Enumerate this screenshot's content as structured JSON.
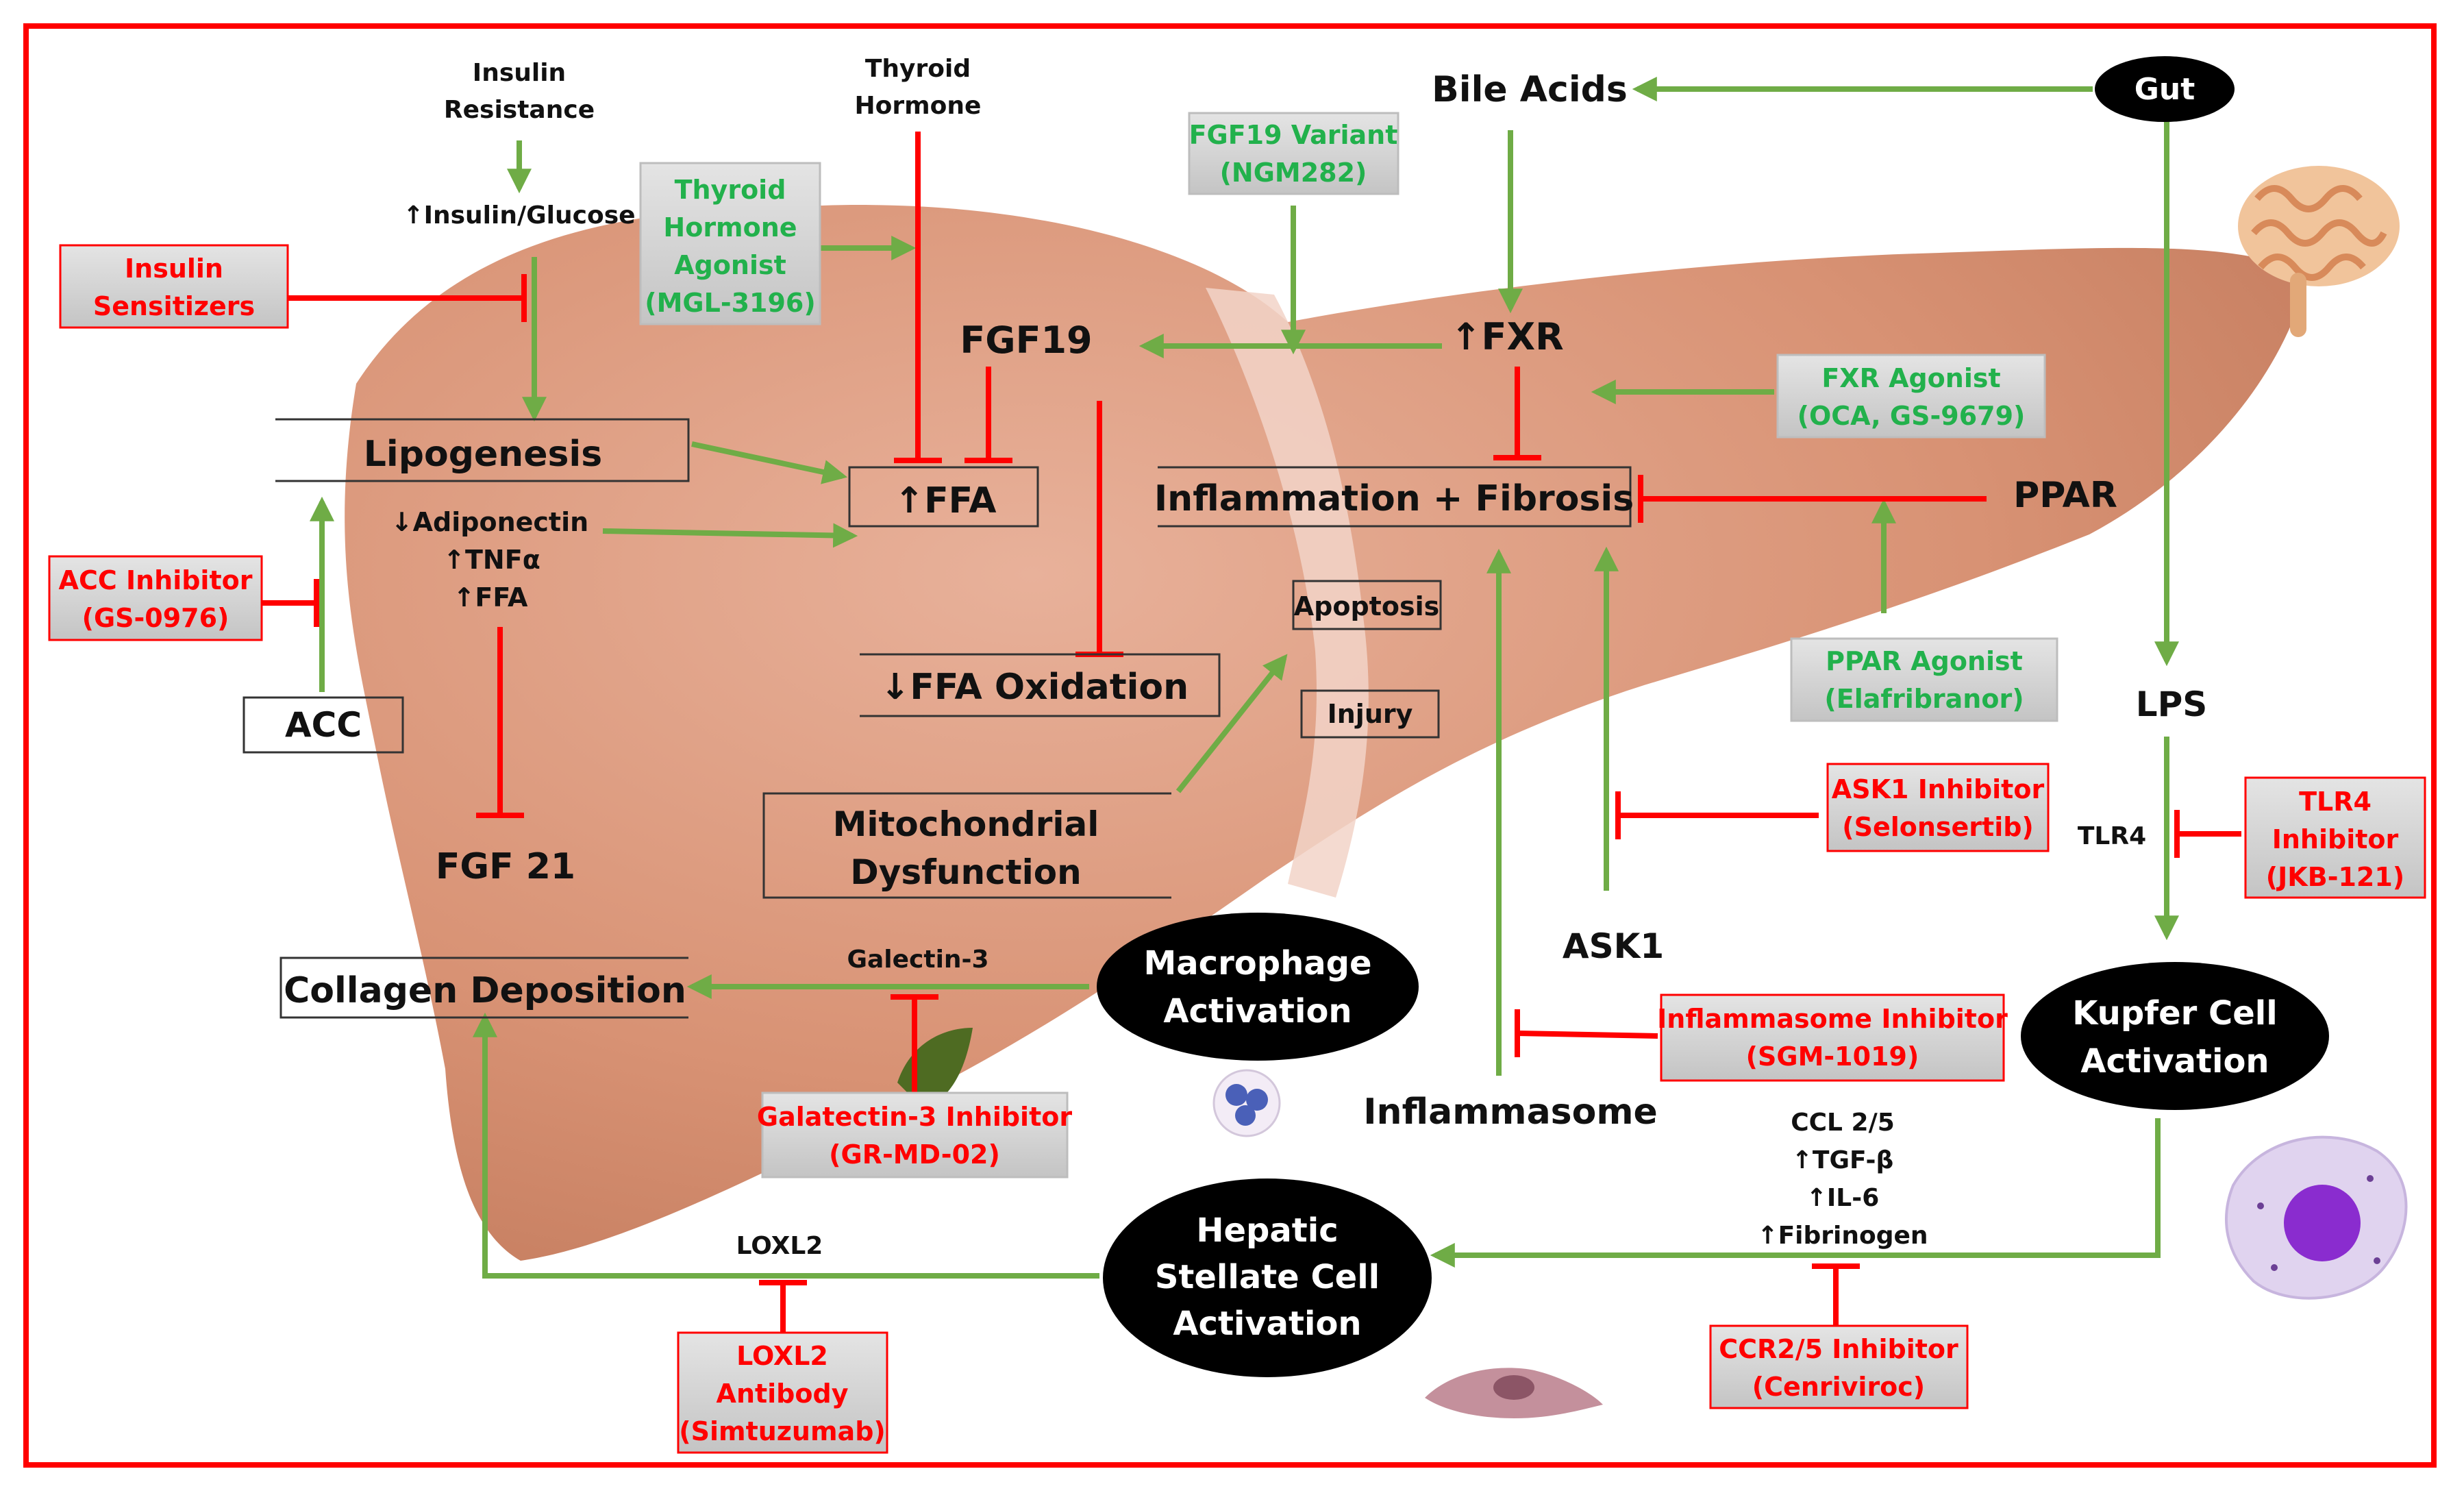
{
  "labels": {
    "insulin_resistance": [
      "Insulin",
      "Resistance"
    ],
    "insulin_glucose": "↑Insulin/Glucose",
    "thyroid_hormone": [
      "Thyroid",
      "Hormone"
    ],
    "bile_acids": "Bile Acids",
    "gut": "Gut",
    "fgf19": "FGF19",
    "fxr": "↑FXR",
    "lipogenesis": "Lipogenesis",
    "ffa": "↑FFA",
    "inflammation_fibrosis": "Inflammation + Fibrosis",
    "ppar": "PPAR",
    "adipo": [
      "↓Adiponectin",
      "↑TNFα",
      "↑FFA"
    ],
    "apoptosis": "Apoptosis",
    "injury": "Injury",
    "ffa_oxidation": "↓FFA Oxidation",
    "acc": "ACC",
    "lps": "LPS",
    "tlr4": "TLR4",
    "mito": [
      "Mitochondrial",
      "Dysfunction"
    ],
    "fgf21": "FGF 21",
    "ask1": "ASK1",
    "collagen": "Collagen Deposition",
    "galectin3": "Galectin-3",
    "macrophage": [
      "Macrophage",
      "Activation"
    ],
    "kupfer": [
      "Kupfer Cell",
      "Activation"
    ],
    "inflammasome": "Inflammasome",
    "cytokines": [
      "CCL 2/5",
      "↑TGF-β",
      "↑IL-6",
      "↑Fibrinogen"
    ],
    "loxl2": "LOXL2",
    "hsc": [
      "Hepatic",
      "Stellate Cell",
      "Activation"
    ]
  },
  "drugs": {
    "thyroid_agonist": [
      "Thyroid",
      "Hormone",
      "Agonist",
      "(MGL-3196)"
    ],
    "fgf19_variant": [
      "FGF19 Variant",
      "(NGM282)"
    ],
    "fxr_agonist": [
      "FXR Agonist",
      "(OCA, GS-9679)"
    ],
    "ppar_agonist": [
      "PPAR Agonist",
      "(Elafribranor)"
    ],
    "insulin_sensitizers": [
      "Insulin",
      "Sensitizers"
    ],
    "acc_inhibitor": [
      "ACC Inhibitor",
      "(GS-0976)"
    ],
    "ask1_inhibitor": [
      "ASK1 Inhibitor",
      "(Selonsertib)"
    ],
    "tlr4_inhibitor": [
      "TLR4",
      "Inhibitor",
      "(JKB-121)"
    ],
    "inflammasome_inhibitor": [
      "Inflammasome Inhibitor",
      "(SGM-1019)"
    ],
    "galectin_inhibitor": [
      "Galatectin-3 Inhibitor",
      "(GR-MD-02)"
    ],
    "ccr_inhibitor": [
      "CCR2/5 Inhibitor",
      "(Cenriviroc)"
    ],
    "loxl2_antibody": [
      "LOXL2",
      "Antibody",
      "(Simtuzumab)"
    ]
  },
  "colors": {
    "activate": "#6fac46",
    "inhibit": "#ff0000",
    "agonist_text": "#22b14c",
    "inhibitor_text": "#ff0000",
    "liver": "#d99478",
    "frame": "#ff0000"
  }
}
